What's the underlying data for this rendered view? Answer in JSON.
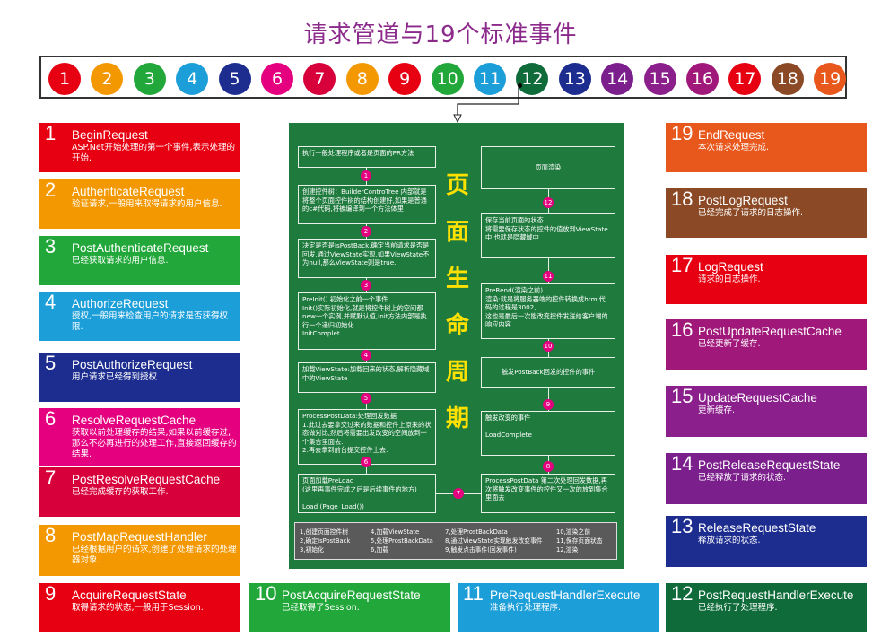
{
  "title": "请求管道与19个标准事件",
  "strip": [
    {
      "n": "1",
      "color": "#e60012"
    },
    {
      "n": "2",
      "color": "#f39800"
    },
    {
      "n": "3",
      "color": "#22a83a"
    },
    {
      "n": "4",
      "color": "#1c9ed9"
    },
    {
      "n": "5",
      "color": "#1d2d8f"
    },
    {
      "n": "6",
      "color": "#e4007f"
    },
    {
      "n": "7",
      "color": "#d7003a"
    },
    {
      "n": "8",
      "color": "#f39800"
    },
    {
      "n": "9",
      "color": "#e60012"
    },
    {
      "n": "10",
      "color": "#22a83a"
    },
    {
      "n": "11",
      "color": "#1c9ed9"
    },
    {
      "n": "12",
      "color": "#0f6b3a"
    },
    {
      "n": "13",
      "color": "#1d2d8f"
    },
    {
      "n": "14",
      "color": "#7b1f8c"
    },
    {
      "n": "15",
      "color": "#8b1f8c"
    },
    {
      "n": "16",
      "color": "#a0187a"
    },
    {
      "n": "17",
      "color": "#e60012"
    },
    {
      "n": "18",
      "color": "#8b4a25"
    },
    {
      "n": "19",
      "color": "#e8581d"
    }
  ],
  "cards": [
    {
      "n": "1",
      "name": "BeginRequest",
      "desc": "ASP.Net开始处理的第一个事件,表示处理的开始.",
      "color": "#e60012"
    },
    {
      "n": "2",
      "name": "AuthenticateRequest",
      "desc": "验证请求,一般用来取得请求的用户信息.",
      "color": "#f39800"
    },
    {
      "n": "3",
      "name": "PostAuthenticateRequest",
      "desc": "已经获取请求的用户信息.",
      "color": "#22a83a"
    },
    {
      "n": "4",
      "name": "AuthorizeRequest",
      "desc": "授权,一般用来检查用户的请求是否获得权限.",
      "color": "#1c9ed9"
    },
    {
      "n": "5",
      "name": "PostAuthorizeRequest",
      "desc": "用户请求已经得到授权",
      "color": "#1d2d8f"
    },
    {
      "n": "6",
      "name": "ResolveRequestCache",
      "desc": "获取以前处理缓存的结果,如果以前缓存过,那么不必再进行的处理工作,直接返回缓存的结果.",
      "color": "#e4007f"
    },
    {
      "n": "7",
      "name": "PostResolveRequestCache",
      "desc": "已经完成缓存的获取工作.",
      "color": "#d7003a"
    },
    {
      "n": "8",
      "name": "PostMapRequestHandler",
      "desc": "已经根据用户的请求,创建了处理请求的处理器对象.",
      "color": "#f39800"
    },
    {
      "n": "9",
      "name": "AcquireRequestState",
      "desc": "取得请求的状态,一般用于Session.",
      "color": "#e60012"
    },
    {
      "n": "10",
      "name": "PostAcquireRequestState",
      "desc": "已经取得了Session.",
      "color": "#22a83a"
    },
    {
      "n": "11",
      "name": "PreRequestHandlerExecute",
      "desc": "准备执行处理程序.",
      "color": "#1c9ed9"
    },
    {
      "n": "12",
      "name": "PostRequestHandlerExecute",
      "desc": "已经执行了处理程序.",
      "color": "#0f6b3a"
    },
    {
      "n": "13",
      "name": "ReleaseRequestState",
      "desc": "释放请求的状态.",
      "color": "#1d2d8f"
    },
    {
      "n": "14",
      "name": "PostReleaseRequestState",
      "desc": "已经释放了请求的状态.",
      "color": "#7b1f8c"
    },
    {
      "n": "15",
      "name": "UpdateRequestCache",
      "desc": "更新缓存.",
      "color": "#8b1f8c"
    },
    {
      "n": "16",
      "name": "PostUpdateRequestCache",
      "desc": "已经更新了缓存.",
      "color": "#a0187a"
    },
    {
      "n": "17",
      "name": "LogRequest",
      "desc": "请求的日志操作.",
      "color": "#e60012"
    },
    {
      "n": "18",
      "name": "PostLogRequest",
      "desc": "已经完成了请求的日志操作.",
      "color": "#8b4a25"
    },
    {
      "n": "19",
      "name": "EndRequest",
      "desc": "本次请求处理完成.",
      "color": "#e8581d"
    }
  ],
  "lifecycle": {
    "big_text": [
      "页",
      "面",
      "生",
      "命",
      "周",
      "期"
    ],
    "left_boxes": [
      "执行一般处理程序或者是页面的PR方法",
      "创建控件树：BuilderControTree 内部就是将整个页面控件树的结构创建好,如果是普通的c#代码,将被编译到一个方法体里",
      "决定是否是IsPostBack,确定当前请求是否是回发,通过ViewState实现,如果ViewState不为null,那么ViewState则是true.",
      "PreInit() 初始化之前一个事件\nInit()实际初始化,就是将控件树上的空间都new一个实例,并赋默认值,Init方法内部是执行一个递归初始化.\nInitComplet",
      "加载ViewState:加载回来的状态,解析隐藏域中的ViewState",
      "ProcessPostData:处理回发数据\n1.此过去要拿交过来的数据和控件上原来的状态做对比,然后将需要出发改变的空间放到一个集合里面去.\n2.再去拿到前台提交控件上去.",
      "页面加载PreLoad\n(这里再事件完成之后是后续事件的地方)\n\nLoad (Page_Load())"
    ],
    "right_boxes": [
      "页面渲染",
      "保存当前页面的状态\n将需要保存状态的控件的值放到ViewState中,也就是隐藏域中",
      "PreRend(渲染之前)\n渲染:就是将服务器端的控件转换成html代码的过程是3002,\n这也是最后一次能改变控件发送给客户端的响应内容",
      "触发PostBack回发的控件的事件",
      "触发改变的事件\n\nLoadComplete",
      "ProcessPostData 第二次处理回发数据,再次将触发改变事件的控件又一次的放到集合里面去"
    ],
    "left_pills": [
      "1",
      "2",
      "3",
      "4",
      "5",
      "6"
    ],
    "right_pills": [
      "12",
      "11",
      "10",
      "9",
      "8"
    ],
    "mid_pill": "7",
    "legend": [
      "1,创建页面控件树",
      "2,确定IsPostBack",
      "3,初始化",
      "4,加载ViewState",
      "5,处理ProstBackData",
      "6,加载",
      "7,处理ProstBackData",
      "8,通过ViewState实现触发改变事件",
      "9,触发点击事件(回发事件)",
      "10,渲染之前",
      "11,保存页面状态",
      "12,渲染"
    ]
  }
}
